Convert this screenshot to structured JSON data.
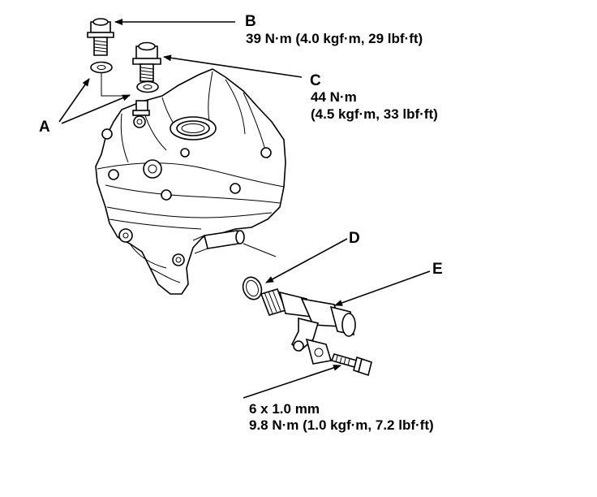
{
  "labels": {
    "a": {
      "letter": "A"
    },
    "b": {
      "letter": "B",
      "spec": [
        "39 N·m (4.0 kgf·m, 29 lbf·ft)"
      ]
    },
    "c": {
      "letter": "C",
      "spec": [
        "44 N·m",
        "(4.5 kgf·m, 33 lbf·ft)"
      ]
    },
    "d": {
      "letter": "D"
    },
    "e": {
      "letter": "E"
    },
    "bolt": {
      "spec": [
        "6 x 1.0 mm",
        "9.8 N·m (1.0 kgf·m, 7.2 lbf·ft)"
      ]
    }
  },
  "colors": {
    "line": "#000000",
    "background": "#ffffff"
  }
}
